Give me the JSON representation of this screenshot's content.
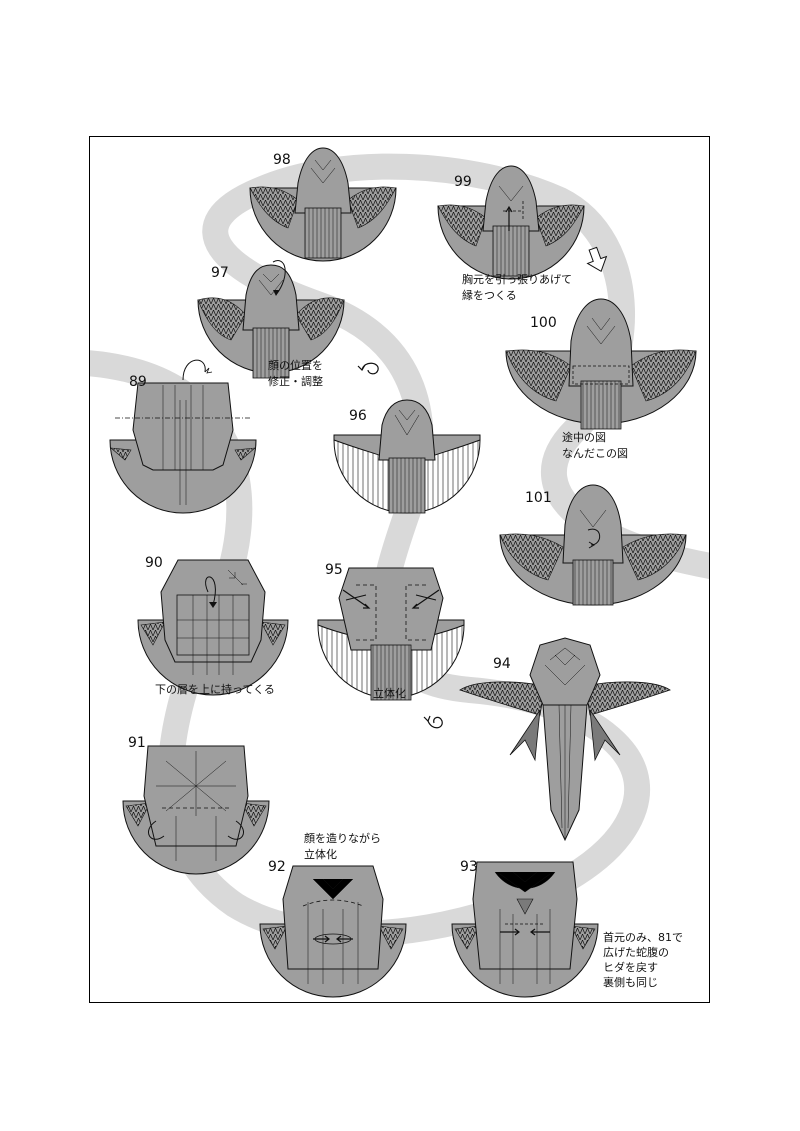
{
  "steps": [
    {
      "number": "89"
    },
    {
      "number": "90",
      "caption": [
        "下の層を上に持ってくる"
      ]
    },
    {
      "number": "91"
    },
    {
      "number": "92",
      "caption": [
        "顔を造りながら",
        "立体化"
      ]
    },
    {
      "number": "93",
      "caption": [
        "首元のみ、81で",
        "広げた蛇腹の",
        "ヒダを戻す",
        "裏側も同じ"
      ]
    },
    {
      "number": "94"
    },
    {
      "number": "95",
      "caption": [
        "立体化"
      ]
    },
    {
      "number": "96"
    },
    {
      "number": "97",
      "caption": [
        "顔の位置を",
        "修正・調整"
      ]
    },
    {
      "number": "98"
    },
    {
      "number": "99",
      "caption": [
        "胸元を引っ張りあげて",
        "縁をつくる"
      ]
    },
    {
      "number": "100"
    },
    {
      "number": "101"
    },
    {
      "number": "",
      "caption": [
        "途中の図",
        "なんだこの図"
      ]
    }
  ],
  "colors": {
    "paper": "#9e9e9e",
    "paper_dark": "#7a7a7a",
    "path": "#d9d9d9",
    "line": "#111111"
  },
  "icons": [
    "rotate-arrow-icon",
    "flip-arrow-icon",
    "hollow-down-arrow-icon"
  ]
}
